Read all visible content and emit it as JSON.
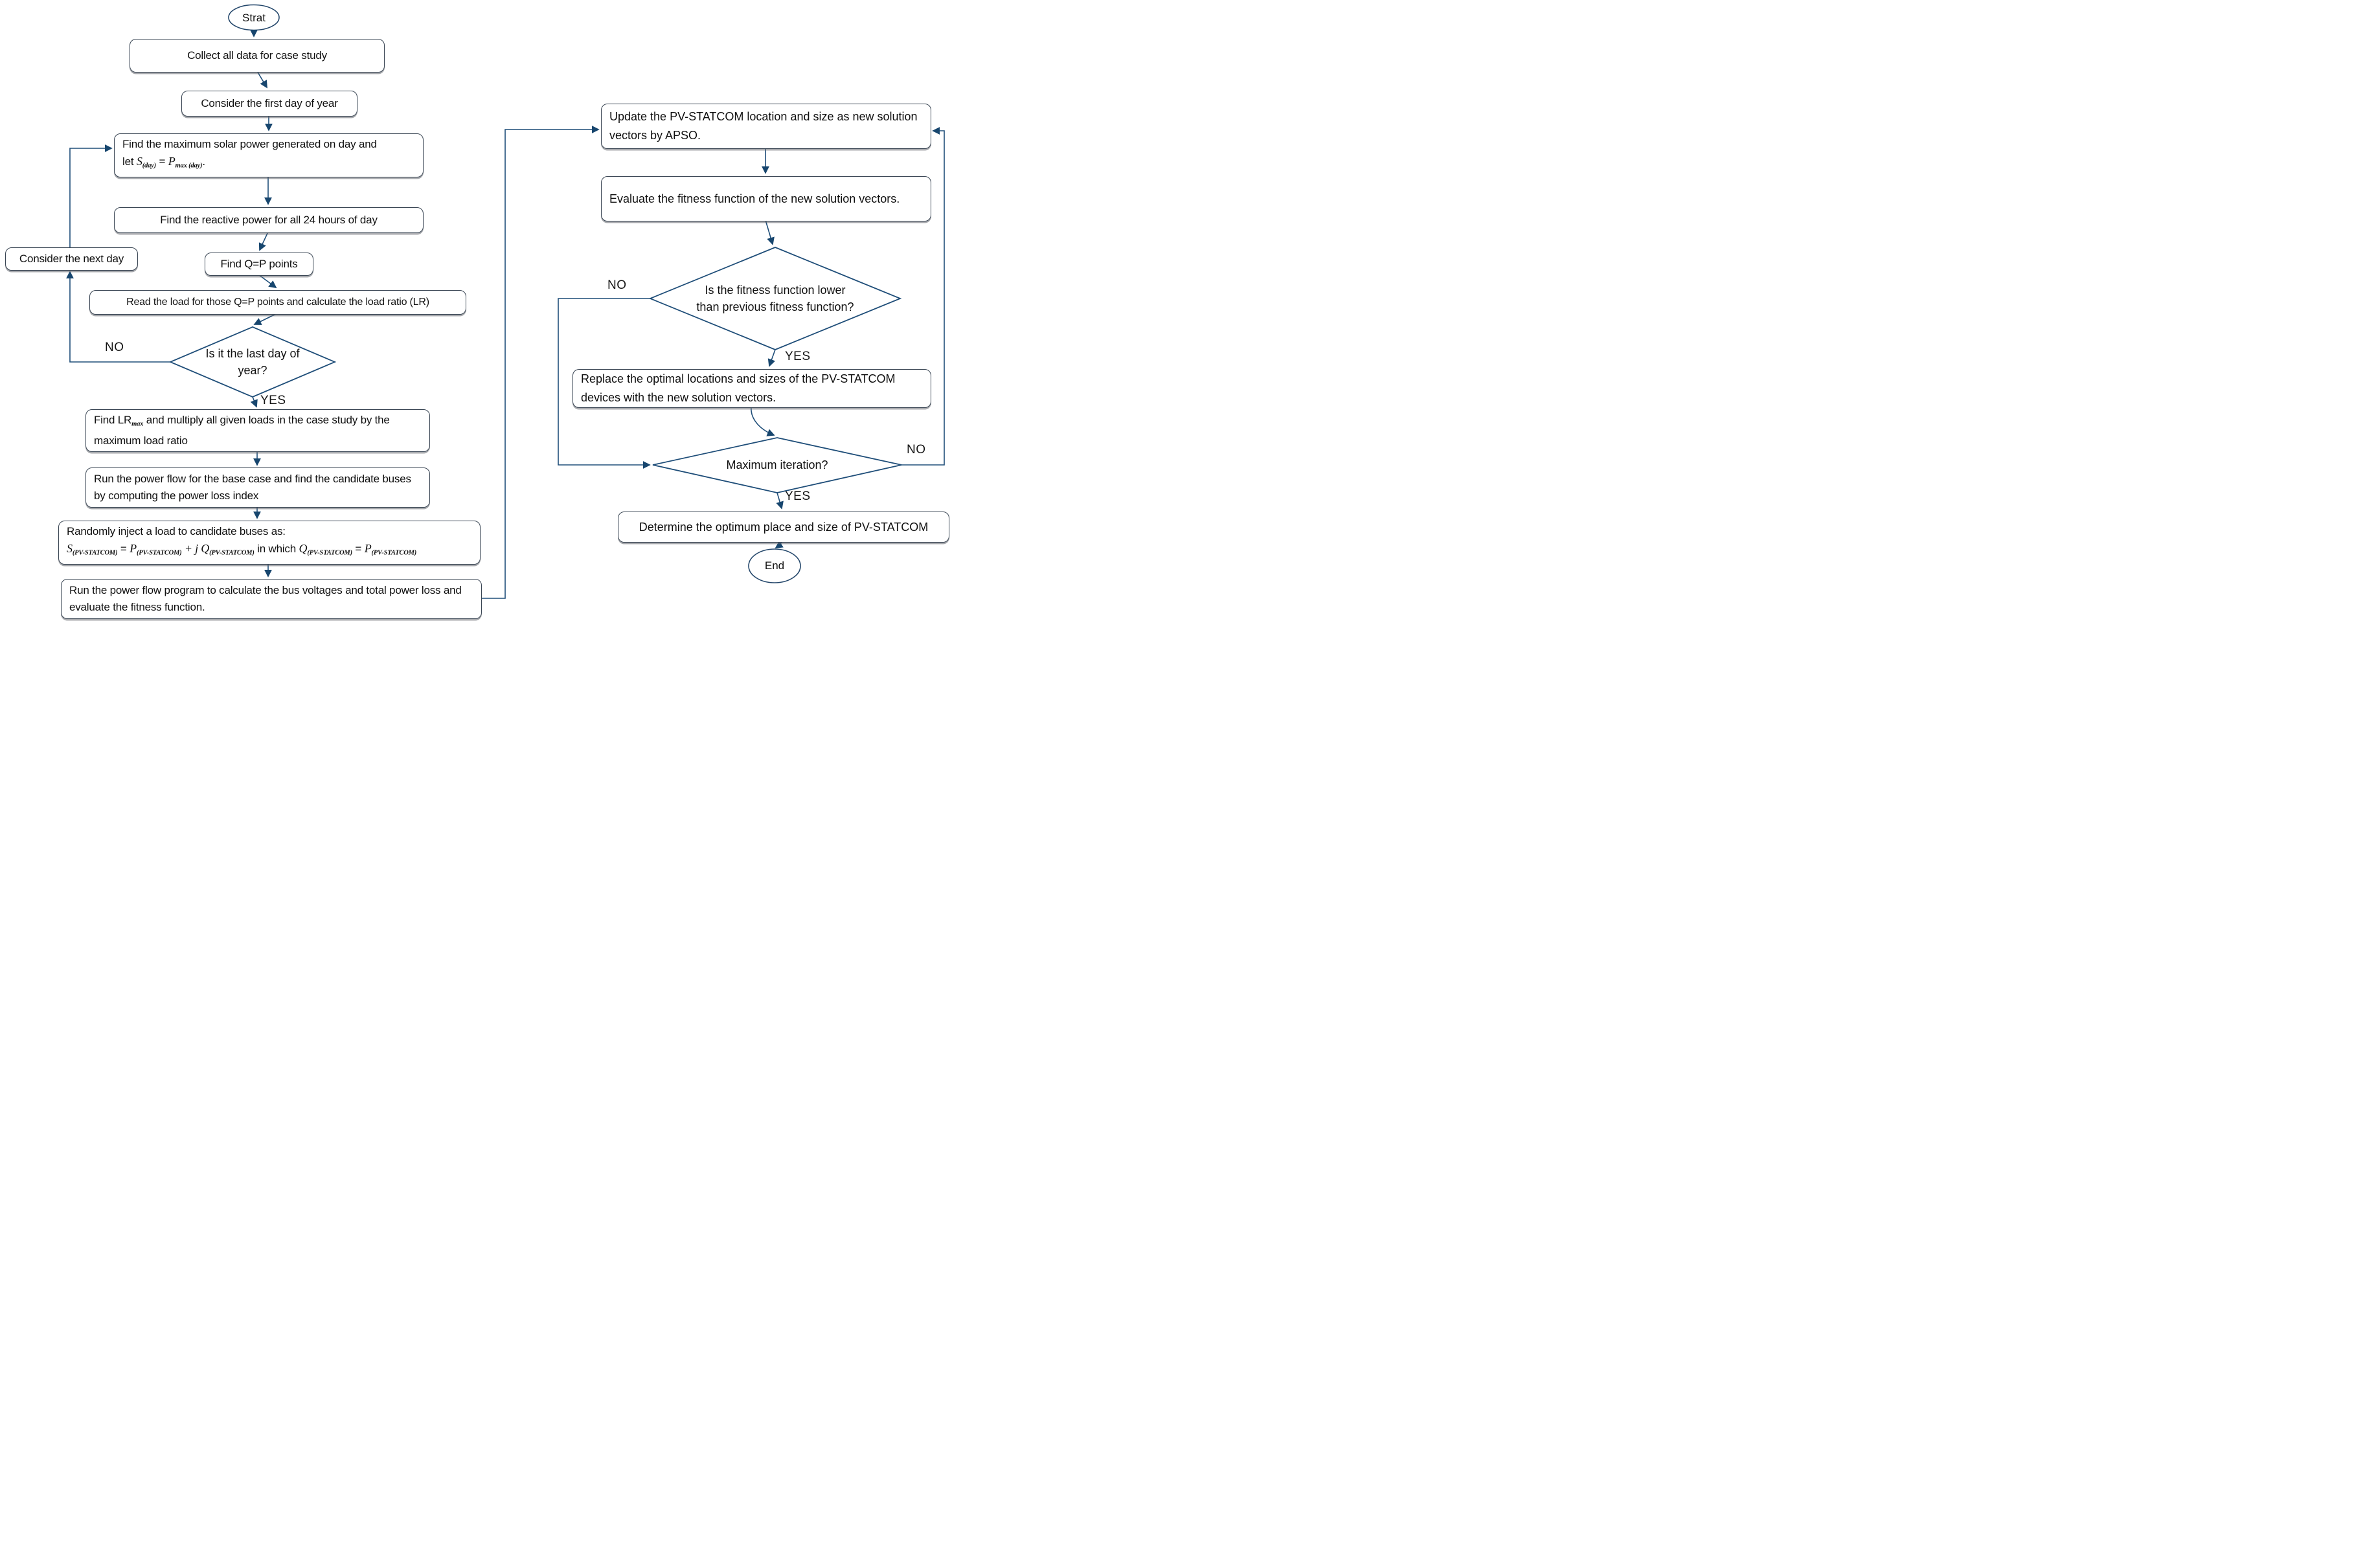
{
  "labels": {
    "no": "NO",
    "yes": "YES"
  },
  "nodes": {
    "start": "Strat",
    "collect": "Collect all data for case study",
    "first_day": "Consider the first day of year",
    "find_max": {
      "line1": "Find the maximum solar power generated on day and",
      "let_word": "let ",
      "s": "S",
      "s_sub": "(day)",
      "eq": " = ",
      "p": "P",
      "p_sub": "max (day)",
      "dot": "."
    },
    "reactive": "Find the reactive power for all 24 hours of day",
    "find_qp": "Find Q=P points",
    "next_day": "Consider the next day",
    "read_load": "Read the load for those Q=P points and calculate the load ratio (LR)",
    "last_day_q": "Is it the last day of year?",
    "find_lr": {
      "prefix": "Find LR",
      "sub": "max",
      "rest": " and multiply all given loads in the case study by the maximum load ratio"
    },
    "base_case": "Run the power flow for the base case and find the candidate buses by computing the power loss index",
    "random_inject": {
      "line1": "Randomly inject a load to candidate buses as:",
      "s": "S",
      "p": "P",
      "q": "Q",
      "sub": "(PV-STATCOM)",
      "eq": " = ",
      "plus_j": " + j ",
      "in_which": " in which "
    },
    "run_program": "Run the power flow program to calculate the bus voltages and total power loss and evaluate the fitness function.",
    "update_apso": "Update the PV-STATCOM location and size as new solution vectors by APSO.",
    "evaluate": "Evaluate the fitness function of the new solution vectors.",
    "fitness_q": "Is the fitness function lower than previous fitness function?",
    "replace": "Replace the optimal locations and sizes of the PV-STATCOM devices with the new solution vectors.",
    "max_iter_q": "Maximum iteration?",
    "determine": "Determine the optimum place and size of PV-STATCOM",
    "end": "End"
  },
  "colors": {
    "connector": "#1f4e79",
    "diamond_stroke": "#1f4e79",
    "box_stroke": "#3a4654"
  }
}
